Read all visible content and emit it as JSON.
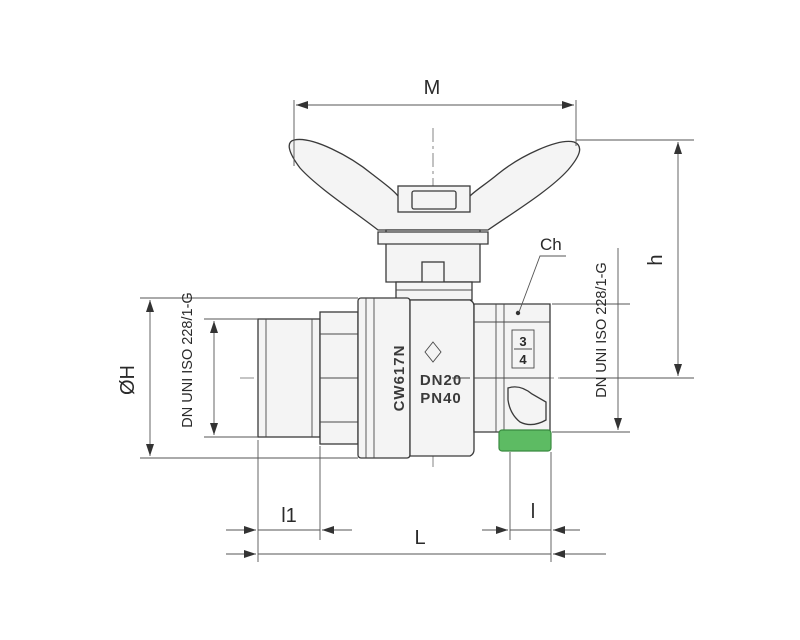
{
  "dimensions": {
    "M": "M",
    "h": "h",
    "oH": "ØH",
    "Ch": "Ch",
    "L": "L",
    "l1": "l1",
    "l": "l"
  },
  "annotations": {
    "thread_left": "DN UNI ISO 228/1-G",
    "thread_right": "DN UNI ISO 228/1-G"
  },
  "body_markings": {
    "material": "CW617N",
    "dn": "DN20",
    "pn": "PN40",
    "size_top": "3",
    "size_bottom": "4"
  },
  "colors": {
    "accent_green": "#5dbb63",
    "line": "#3a3a3a",
    "body": "#f4f4f4"
  }
}
